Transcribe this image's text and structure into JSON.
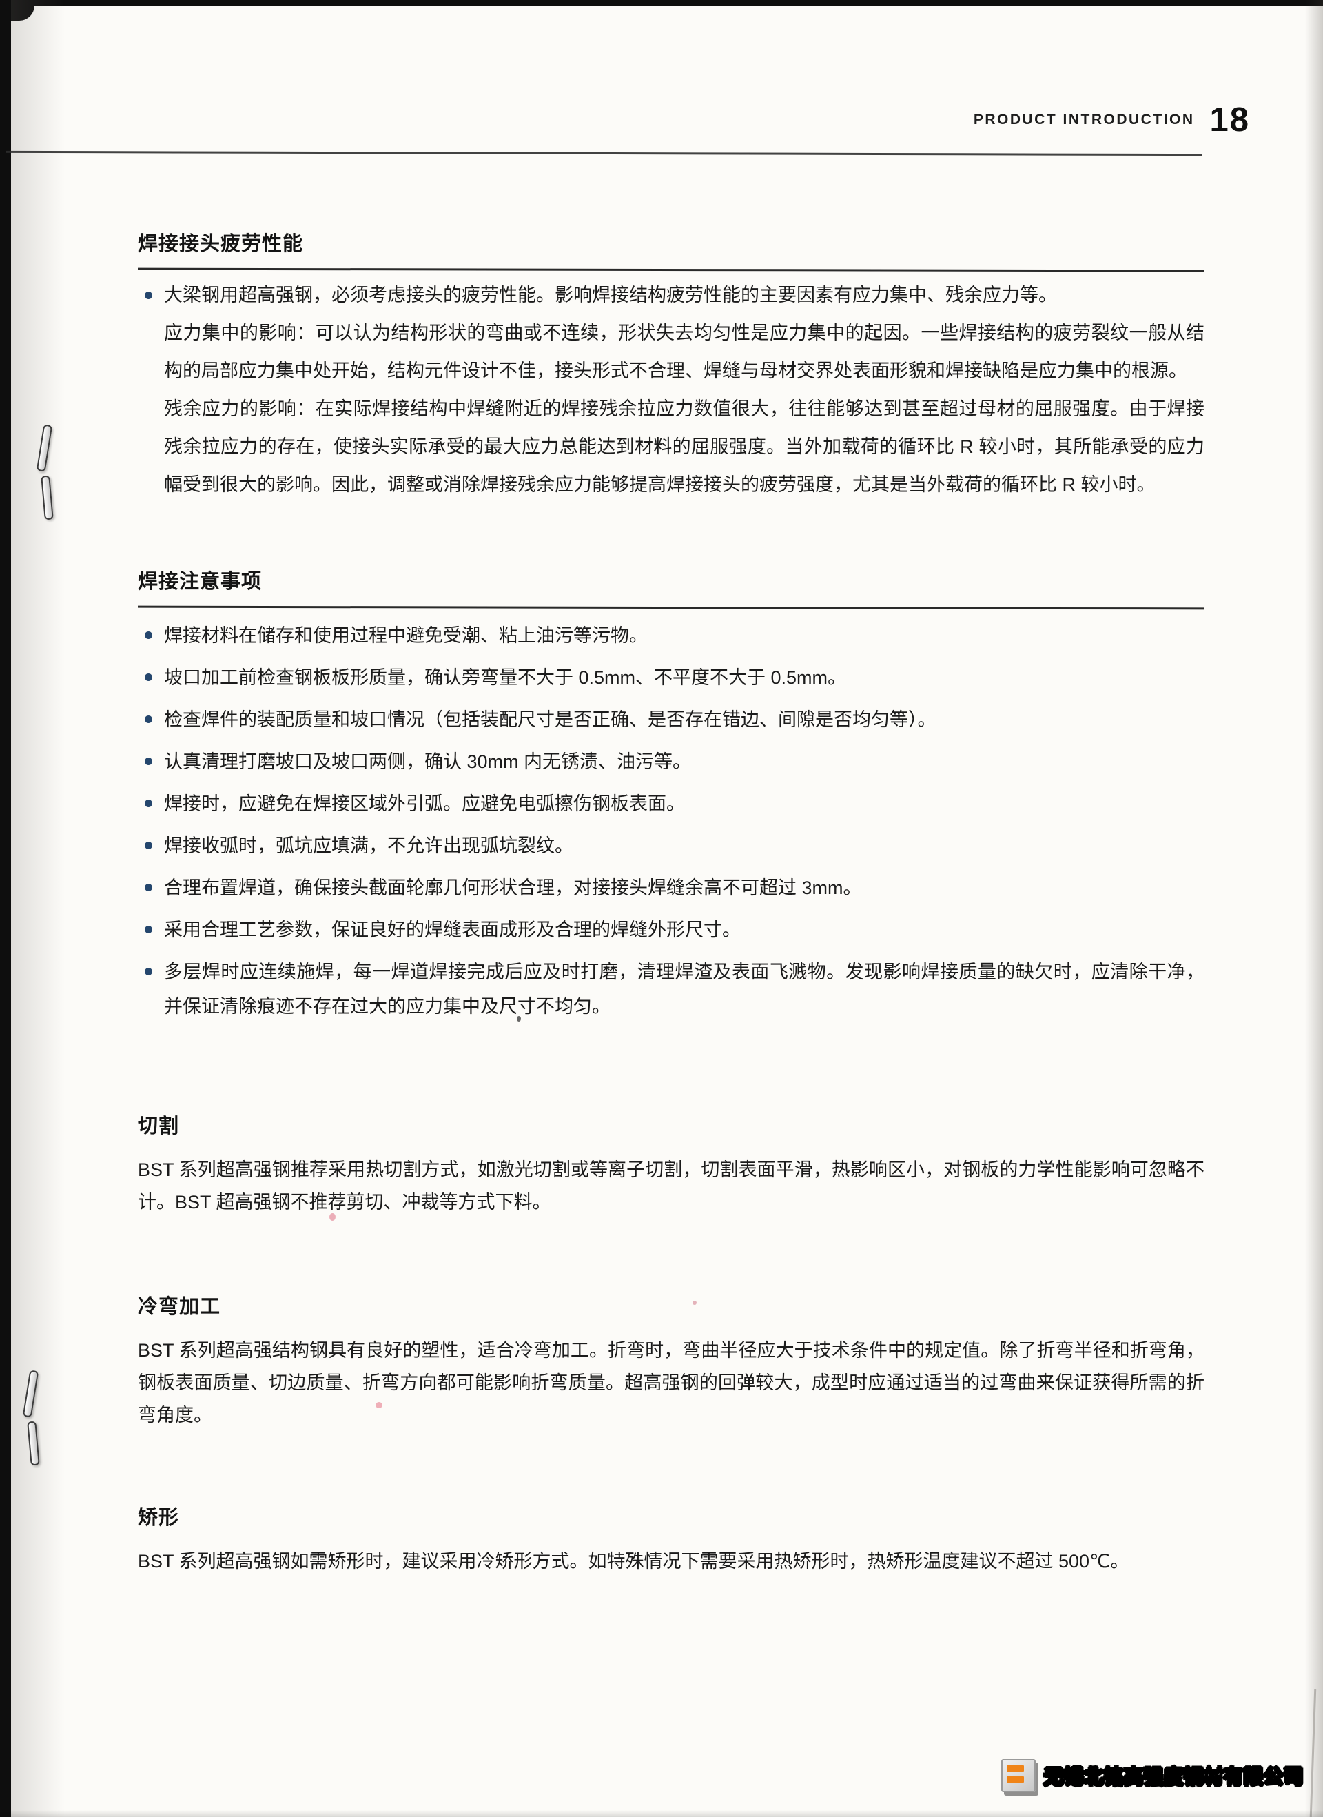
{
  "header": {
    "label": "PRODUCT INTRODUCTION",
    "page_number": "18"
  },
  "sections": [
    {
      "title": "焊接接头疲劳性能",
      "bullets": [
        "大梁钢用超高强钢，必须考虑接头的疲劳性能。影响焊接结构疲劳性能的主要因素有应力集中、残余应力等。"
      ],
      "paragraphs": [
        "应力集中的影响：可以认为结构形状的弯曲或不连续，形状失去均匀性是应力集中的起因。一些焊接结构的疲劳裂纹一般从结构的局部应力集中处开始，结构元件设计不佳，接头形式不合理、焊缝与母材交界处表面形貌和焊接缺陷是应力集中的根源。",
        "残余应力的影响：在实际焊接结构中焊缝附近的焊接残余拉应力数值很大，往往能够达到甚至超过母材的屈服强度。由于焊接残余拉应力的存在，使接头实际承受的最大应力总能达到材料的屈服强度。当外加载荷的循环比 R 较小时，其所能承受的应力幅受到很大的影响。因此，调整或消除焊接残余应力能够提高焊接接头的疲劳强度，尤其是当外载荷的循环比 R 较小时。"
      ]
    },
    {
      "title": "焊接注意事项",
      "bullets": [
        "焊接材料在储存和使用过程中避免受潮、粘上油污等污物。",
        "坡口加工前检查钢板板形质量，确认旁弯量不大于 0.5mm、不平度不大于 0.5mm。",
        "检查焊件的装配质量和坡口情况（包括装配尺寸是否正确、是否存在错边、间隙是否均匀等）。",
        "认真清理打磨坡口及坡口两侧，确认 30mm 内无锈渍、油污等。",
        "焊接时，应避免在焊接区域外引弧。应避免电弧擦伤钢板表面。",
        "焊接收弧时，弧坑应填满，不允许出现弧坑裂纹。",
        "合理布置焊道，确保接头截面轮廓几何形状合理，对接接头焊缝余高不可超过 3mm。",
        "采用合理工艺参数，保证良好的焊缝表面成形及合理的焊缝外形尺寸。",
        "多层焊时应连续施焊，每一焊道焊接完成后应及时打磨，清理焊渣及表面飞溅物。发现影响焊接质量的缺欠时，应清除干净，并保证清除痕迹不存在过大的应力集中及尺寸不均匀。"
      ]
    },
    {
      "title": "切割",
      "paragraphs": [
        "BST 系列超高强钢推荐采用热切割方式，如激光切割或等离子切割，切割表面平滑，热影响区小，对钢板的力学性能影响可忽略不计。BST 超高强钢不推荐剪切、冲裁等方式下料。"
      ]
    },
    {
      "title": "冷弯加工",
      "paragraphs": [
        "BST 系列超高强结构钢具有良好的塑性，适合冷弯加工。折弯时，弯曲半径应大于技术条件中的规定值。除了折弯半径和折弯角，钢板表面质量、切边质量、折弯方向都可能影响折弯质量。超高强钢的回弹较大，成型时应通过适当的过弯曲来保证获得所需的折弯角度。"
      ]
    },
    {
      "title": "矫形",
      "paragraphs": [
        "BST 系列超高强钢如需矫形时，建议采用冷矫形方式。如特殊情况下需要采用热矫形时，热矫形温度建议不超过 500℃。"
      ]
    }
  ],
  "footer": {
    "company": "无锡北铭高强度钢材有限公司"
  },
  "icons": {
    "bullet_dot": "circle-dot",
    "logo_mark": "gray-block-with-orange-bars"
  },
  "colors": {
    "bullet_dot": "#24466d",
    "logo_orange": "#f08418",
    "rule": "#2a2a2a",
    "scan_edge": "#0e0e0e",
    "paper": "#fcfbf8"
  }
}
